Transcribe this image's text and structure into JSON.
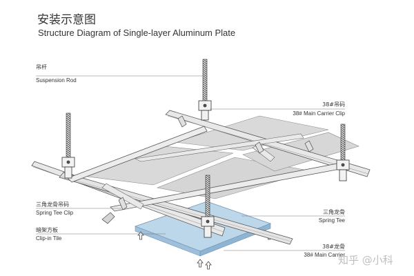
{
  "title_cn": "安装示意图",
  "title_en": "Structure Diagram of Single-layer Aluminum Plate",
  "labels": {
    "suspension_rod": {
      "cn": "吊杆",
      "en": "Suspension Rod"
    },
    "main_carrier_clip": {
      "cn": "38#吊码",
      "en": "38# Main Carrier Clip"
    },
    "spring_tee_clip": {
      "cn": "三角龙骨吊码",
      "en": "Spring Tee Clip"
    },
    "spring_tee": {
      "cn": "三角龙骨",
      "en": "Spring Tee"
    },
    "clip_in_tile": {
      "cn": "暗架方板",
      "en": "Clip-in Tile"
    },
    "main_carrier": {
      "cn": "38#龙骨",
      "en": "38#  Main Carrier"
    }
  },
  "watermark": "知乎 @小科",
  "colors": {
    "rail_fill": "#e8e8e8",
    "rail_stroke": "#555555",
    "panel_fill": "#d7d7d7",
    "tile_fill": "#bcd6ea",
    "tile_stroke": "#6f94b4",
    "leader_line": "#777777"
  }
}
